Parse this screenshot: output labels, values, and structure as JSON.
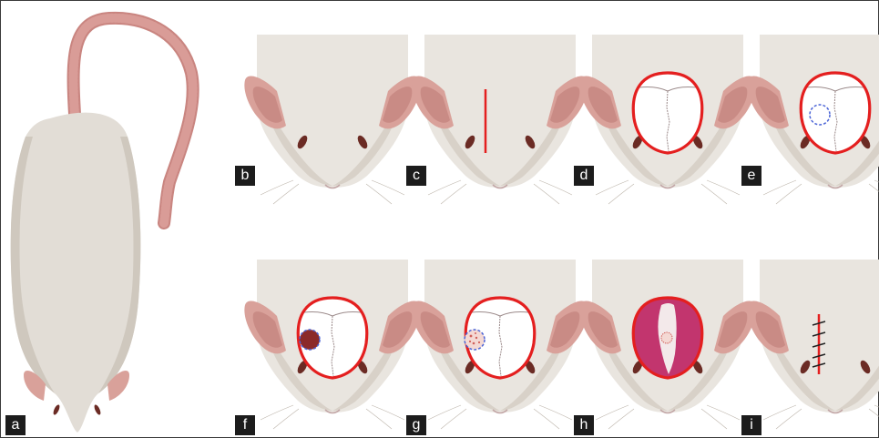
{
  "figure": {
    "panel_labels": [
      "a",
      "b",
      "c",
      "d",
      "e",
      "f",
      "g",
      "h",
      "i"
    ]
  },
  "colors": {
    "fur": "#e9e5df",
    "fur_shadow": "#cfc8be",
    "ear": "#d9a19a",
    "ear_inner": "#c27c76",
    "tail": "#d69590",
    "eye": "#6b2b24",
    "incision": "#e41f1f",
    "skull_outline": "#9b8a8a",
    "craniotomy": "#4a63d6",
    "bone_flap": "#8b2a2a",
    "hemostat": "#c2356e",
    "suture": "#222222"
  }
}
